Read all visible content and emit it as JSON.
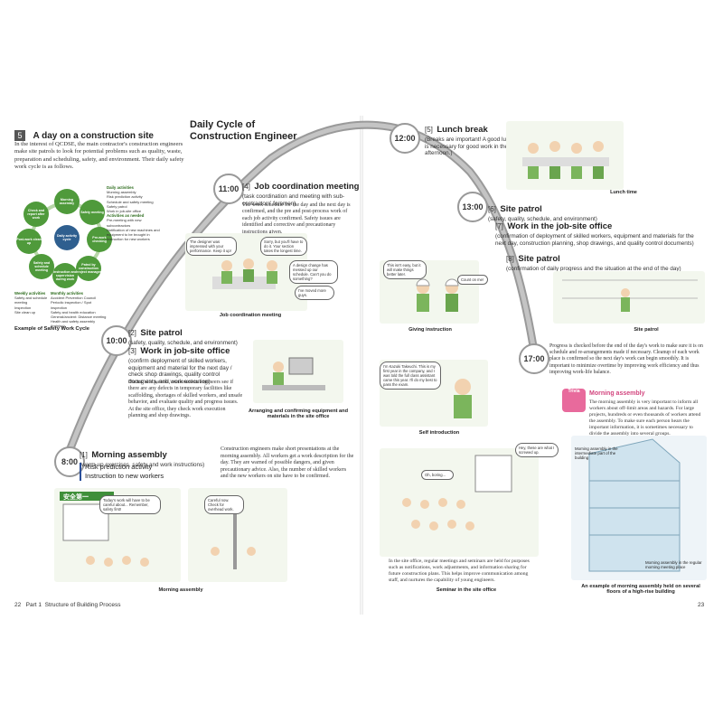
{
  "section": {
    "number": "5",
    "title": "A day on a construction site",
    "intro": "In the interest of QCDSE, the main contractor's construction engineers make site patrols to look for potential problems such as quality, waste, preparation and scheduling, safety, and environment. Their daily safety work cycle is as follows."
  },
  "cycle_diagram": {
    "center": "Daily activity cycle",
    "nodes": [
      "Morning assembly",
      "Safety meeting",
      "Pre-work checking",
      "Patrol by construction project manager",
      "Instruction and supervision during work",
      "Safety and schedule meeting",
      "Post-work clean up",
      "Check and report after work"
    ],
    "daily_title": "Daily activities",
    "daily_items": [
      "Morning assembly",
      "Risk prediction activity",
      "Schedule and safety meeting",
      "Safety patrol",
      "Work in job-site office"
    ],
    "as_needed_title": "Activities as needed",
    "as_needed_items": [
      "Pre-meeting with new subcontractors",
      "Notification of new machines and equipment to be brought in",
      "Instruction for new workers"
    ],
    "weekly_title": "Weekly activities",
    "weekly_items": [
      "Safety and schedule meeting",
      "Inspection",
      "Site clean up"
    ],
    "monthly_title": "Monthly activities",
    "monthly_items": [
      "Accident Prevention Council",
      "Periodic inspection / Spot inspection",
      "Safety and health education",
      "General/ancient: Distance meeting",
      "Health and safety assembly (training)"
    ],
    "caption": "Example of Safety Work Cycle"
  },
  "arc_title": "Daily Cycle of Construction Engineer",
  "steps": [
    {
      "time": "8:00",
      "num": "[1]",
      "title": "Morning assembly",
      "sub": "(warm-up exercises, safety and work instructions)",
      "extra1": "Risk prediction activity",
      "extra2": "Instruction to new workers",
      "text": "Construction engineers make short presentations at the morning assembly. All workers get a work description for the day. They are warned of possible dangers, and given precautionary advice. Also, the number of skilled workers and the new workers on site have to be confirmed."
    },
    {
      "time": "10:00",
      "num": "[2]",
      "title": "Site patrol",
      "sub": "(safety, quality, schedule, and environment)"
    },
    {
      "num": "[3]",
      "title": "Work in job-site office",
      "sub": "(confirm deployment of skilled workers, equipment and material for the next day / check shop drawings, quality control documents, and work execution)",
      "text": "During site patrols, construction engineers see if there are any defects in temporary facilities like scaffolding, shortages of skilled workers, and unsafe behavior, and evaluate quality and progress issues. At the site office, they check work execution planning and shop drawings."
    },
    {
      "time": "11:00",
      "num": "[4]",
      "title": "Job coordination meeting",
      "sub": "(task coordination and meeting with sub-contractors' foremen)",
      "text": "The work schedule for the day and the next day is confirmed, and the pre and post-process work of each job activity confirmed. Safety issues are identified and corrective and precautionary instructions given."
    },
    {
      "time": "12:00",
      "num": "[5]",
      "title": "Lunch break",
      "sub": "(Breaks are important! A good lunch is necessary for good work in the afternoon.)"
    },
    {
      "time": "13:00",
      "num": "[6]",
      "title": "Site patrol",
      "sub": "(safety, quality, schedule, and environment)"
    },
    {
      "num": "[7]",
      "title": "Work in the job-site office",
      "sub": "(confirmation of deployment of skilled workers, equipment and materials for the next day, construction planning, shop drawings, and quality control documents)"
    },
    {
      "num": "[8]",
      "title": "Site patrol",
      "sub": "(confirmation of daily progress and the situation at the end of the day)"
    },
    {
      "time": "17:00",
      "text": "Progress is checked before the end of the day's work to make sure it is on schedule and re-arrangements made if necessary. Cleanup of each work place is confirmed so the next day's work can begin smoothly. It is important to minimize overtime by improving work efficiency and thus improving work-life balance."
    }
  ],
  "captions": {
    "job_meeting": "Job coordination meeting",
    "arranging": "Arranging and confirming equipment and materials in the site office",
    "giving": "Giving instruction",
    "self_intro": "Self introduction",
    "lunch": "Lunch time",
    "site_patrol": "Site patrol",
    "morning": "Morning assembly",
    "seminar": "Seminar in the site office",
    "highrise": "An example of morning assembly held on several floors of a high-rise building",
    "inter_part": "Morning assembly in the intermediate part of the building",
    "regular": "Morning assembly in the regular morning meeting place"
  },
  "seminar_text": "In the site office, regular meetings and seminars are held for purposes such as notifications, work adjustments, and information sharing for future construction plans. This helps improve communication among staff, and nurtures the capability of young engineers.",
  "trivia": {
    "badge": "Trivia",
    "title": "Morning assembly",
    "text": "The morning assembly is very important to inform all workers about off-limit areas and hazards. For large projects, hundreds or even thousands of workers attend the assembly. To make sure each person hears the important information, it is sometimes necessary to divide the assembly into several groups."
  },
  "bubbles": {
    "b1": "The designer was impressed with your performance. Keep it up!",
    "b2": "Sorry, but you'll have to do it. Your section takes the longest time.",
    "b3": "A design change has messed up our schedule. Can't you do something?",
    "b4": "I've moved more guys.",
    "b5": "This isn't easy, but it will make things better later.",
    "b6": "Count on me!",
    "b7": "I'm Kazuki Takeuchi. This is my first year in the company, and I was told the full class assistant came this year. I'll do my best to pass the exam.",
    "b8": "Today's work will have to be careful about... Remember, safety first!",
    "b9": "Careful now. Check for overhead work.",
    "b10": "Oh, boring...",
    "b11": "Hey, these are what I screwed up."
  },
  "banner": "安全第一",
  "footer": {
    "left_page": "22",
    "part": "Part 1",
    "part_title": "Structure of Building Process",
    "right_page": "23"
  }
}
